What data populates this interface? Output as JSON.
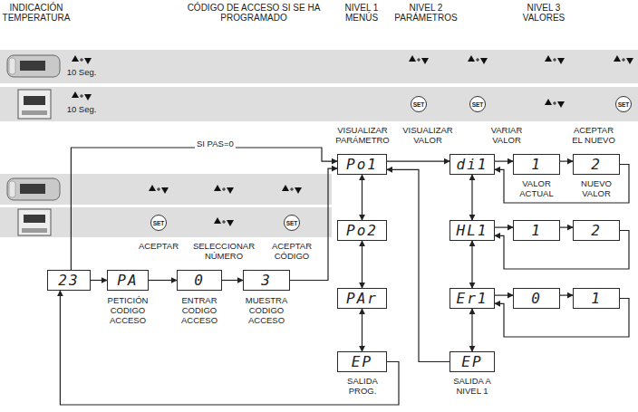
{
  "diagram": {
    "nodes": [
      {
        "text": [
          "SET"
        ]
      },
      {
        "text": [
          "SET"
        ]
      },
      {
        "text": [
          "SET"
        ]
      },
      {
        "text": [
          "Po1"
        ]
      },
      {
        "text": [
          "di1"
        ]
      },
      {
        "text": [
          "1"
        ]
      },
      {
        "text": [
          "2"
        ]
      },
      {
        "text": [
          "SET"
        ]
      },
      {
        "text": [
          "SET"
        ]
      },
      {
        "text": [
          "Po2"
        ]
      },
      {
        "text": [
          "HL1"
        ]
      },
      {
        "text": [
          "1"
        ]
      },
      {
        "text": [
          "2"
        ]
      },
      {
        "text": [
          "23"
        ]
      },
      {
        "text": [
          "PA"
        ]
      },
      {
        "text": [
          "0"
        ]
      },
      {
        "text": [
          "3"
        ]
      },
      {
        "text": [
          "PAr"
        ]
      },
      {
        "text": [
          "Er1"
        ]
      },
      {
        "text": [
          "0"
        ]
      },
      {
        "text": [
          "1"
        ]
      },
      {
        "text": [
          "EP"
        ]
      },
      {
        "text": [
          "EP"
        ]
      }
    ],
    "edges": [
      {
        "from": 13,
        "to": 14,
        "arrow": "to"
      },
      {
        "from": 14,
        "to": 15,
        "arrow": "to"
      },
      {
        "from": 15,
        "to": 16,
        "arrow": "to"
      },
      {
        "from": 13,
        "to": 3,
        "label": "SI PAS=0",
        "arrow": "to"
      },
      {
        "from": 16,
        "to": 3,
        "arrow": "to"
      },
      {
        "from": 3,
        "to": 9,
        "arrow": "both"
      },
      {
        "from": 9,
        "to": 17,
        "arrow": "both"
      },
      {
        "from": 17,
        "to": 21,
        "arrow": "both"
      },
      {
        "from": 21,
        "to": 13,
        "arrow": "to"
      },
      {
        "from": 3,
        "to": 4,
        "arrow": "to"
      },
      {
        "from": 4,
        "to": 5,
        "arrow": "to"
      },
      {
        "from": 5,
        "to": 6,
        "arrow": "to"
      },
      {
        "from": 6,
        "to": 4,
        "arrow": "to"
      },
      {
        "from": 4,
        "to": 10,
        "arrow": "both"
      },
      {
        "from": 10,
        "to": 18,
        "arrow": "both"
      },
      {
        "from": 18,
        "to": 22,
        "arrow": "both"
      },
      {
        "from": 10,
        "to": 11,
        "arrow": "to"
      },
      {
        "from": 11,
        "to": 12,
        "arrow": "to"
      },
      {
        "from": 12,
        "to": 10,
        "arrow": "to"
      },
      {
        "from": 18,
        "to": 19,
        "arrow": "to"
      },
      {
        "from": 19,
        "to": 20,
        "arrow": "to"
      },
      {
        "from": 20,
        "to": 18,
        "arrow": "to"
      },
      {
        "from": 22,
        "to": 3,
        "arrow": "to"
      }
    ],
    "labels": [
      "INDICACIÓN TEMPERATURA",
      "CÓDIGO DE ACCESO SI SE HA PROGRAMADO",
      "NIVEL 1 MENÚS",
      "NIVEL 2 PARÁMETROS",
      "NIVEL 3 VALORES",
      "10 Seg.",
      "10 Seg.",
      "VISUALIZAR PARÁMETRO",
      "VISUALIZAR VALOR",
      "VARIAR VALOR",
      "ACEPTAR EL NUEVO",
      "ACEPTAR",
      "SELECCIONAR NÚMERO",
      "ACEPTAR CÓDIGO",
      "PETICIÓN CODIGO ACCESO",
      "ENTRAR CODIGO ACCESO",
      "MUESTRA CODIGO ACCESO",
      "VALOR ACTUAL",
      "NUEVO VALOR",
      "SALIDA PROG.",
      "SALIDA A NIVEL 1"
    ]
  }
}
